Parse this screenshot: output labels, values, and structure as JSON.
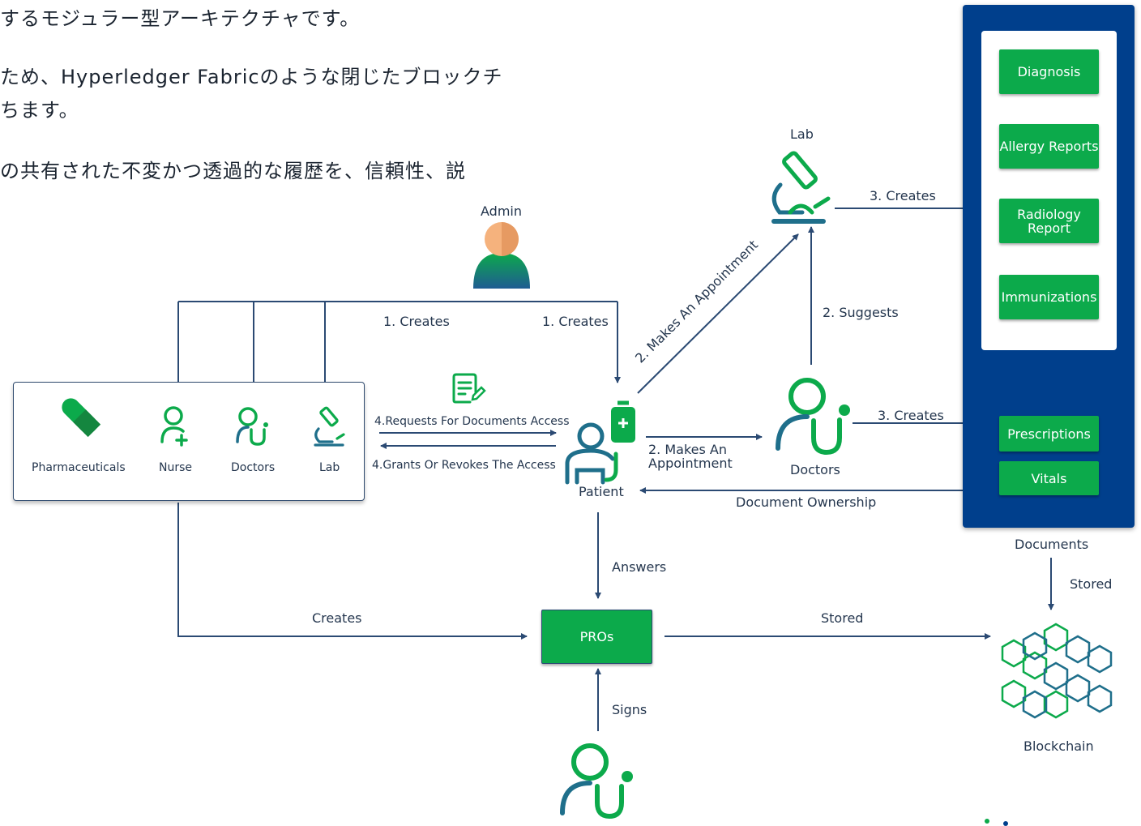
{
  "intro_text": {
    "line1": "するモジュラー型アーキテクチャです。",
    "line2": "ため、Hyperledger Fabricのような閉じたブロックチ",
    "line3": "ちます。",
    "line4": "の共有された不変かつ透過的な履歴を、信頼性、説"
  },
  "actors": {
    "admin": "Admin",
    "lab_top": "Lab",
    "patient": "Patient",
    "doctors_right": "Doctors",
    "blockchain": "Blockchain"
  },
  "roles": {
    "pharmaceuticals": "Pharmaceuticals",
    "nurse": "Nurse",
    "doctors": "Doctors",
    "lab": "Lab"
  },
  "edges": {
    "creates_1a": "1. Creates",
    "creates_1b": "1. Creates",
    "makes_appointment_lab": "2. Makes An Appointment",
    "makes_appointment_doc_line1": "2. Makes An",
    "makes_appointment_doc_line2": "Appointment",
    "suggests": "2. Suggests",
    "creates_lab": "3. Creates",
    "creates_doc": "3. Creates",
    "requests_access": "4.Requests For Documents Access",
    "grants_access": "4.Grants Or Revokes The Access",
    "document_ownership": "Document Ownership",
    "answers": "Answers",
    "creates_pros": "Creates",
    "stored_pros": "Stored",
    "stored_docs": "Stored",
    "signs": "Signs"
  },
  "documents": {
    "label": "Documents",
    "items": [
      "Diagnosis",
      "Allergy Reports",
      "Radiology Report",
      "Immunizations",
      "Prescriptions",
      "Vitals"
    ]
  },
  "pros": {
    "label": "PROs"
  },
  "colors": {
    "green": "#0caa4b",
    "navy": "#003f8c",
    "teal": "#1f6f8b",
    "line": "#2b4a73"
  }
}
